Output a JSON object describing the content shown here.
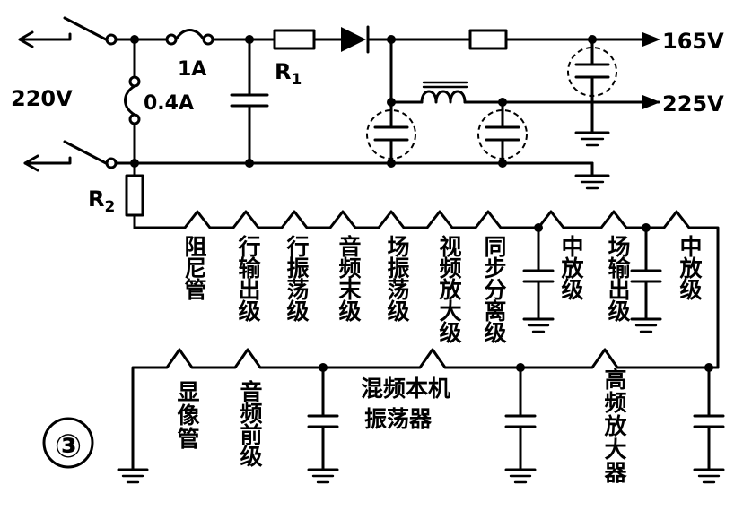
{
  "figure_number": "③",
  "labels": {
    "mains_voltage": "220V",
    "fuse_main": "1A",
    "fuse_secondary": "0.4A",
    "resistor_1": "R",
    "resistor_1_sub": "1",
    "resistor_2": "R",
    "resistor_2_sub": "2",
    "output_high": "165V",
    "output_low": "225V"
  },
  "upper_chain": [
    [
      "阻",
      "尼",
      "管"
    ],
    [
      "行",
      "输",
      "出",
      "级"
    ],
    [
      "行",
      "振",
      "荡",
      "级"
    ],
    [
      "音",
      "频",
      "末",
      "级"
    ],
    [
      "场",
      "振",
      "荡",
      "级"
    ],
    [
      "视",
      "频",
      "放",
      "大",
      "级"
    ],
    [
      "同",
      "步",
      "分",
      "离",
      "级"
    ],
    [
      "中",
      "放",
      "级"
    ],
    [
      "场",
      "输",
      "出",
      "级"
    ],
    [
      "中",
      "放",
      "级"
    ]
  ],
  "lower_chain": {
    "picture_tube": [
      "显",
      "像",
      "管"
    ],
    "audio_pre": [
      "音",
      "频",
      "前",
      "级"
    ],
    "mixer_line1": "混频本机",
    "mixer_line2": "振荡器",
    "rf_amp": [
      "高",
      "频",
      "放",
      "大",
      "器"
    ]
  }
}
